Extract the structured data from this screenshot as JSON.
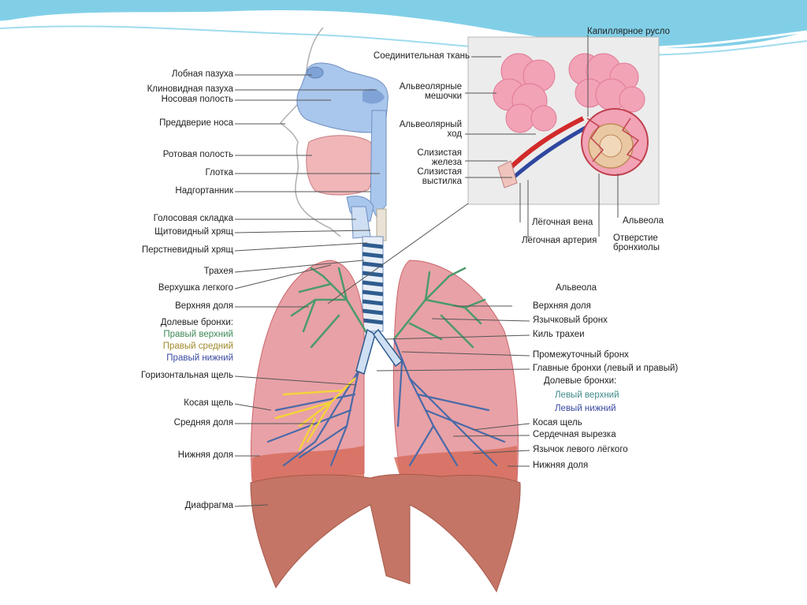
{
  "labels": {
    "frontal_sinus": "Лобная пазуха",
    "sphenoid_sinus": "Клиновидная пазуха",
    "nasal_cavity": "Носовая полость",
    "nasal_vestibule": "Преддверие носа",
    "oral_cavity": "Ротовая полость",
    "pharynx": "Глотка",
    "epiglottis": "Надгортанник",
    "vocal_fold": "Голосовая складка",
    "thyroid_cartilage": "Щитовидный хрящ",
    "cricoid_cartilage": "Перстневидный хрящ",
    "trachea": "Трахея",
    "lung_apex": "Верхушка легкого",
    "upper_lobe_right": "Верхняя доля",
    "lobar_bronchi_right": "Долевые бронхи:",
    "right_upper": "Правый верхний",
    "right_middle": "Правый средний",
    "right_lower": "Правый нижний",
    "horizontal_fissure": "Горизонтальная щель",
    "oblique_fissure_right": "Косая щель",
    "middle_lobe": "Средняя доля",
    "lower_lobe_right": "Нижняя доля",
    "diaphragm": "Диафрагма",
    "connective_tissue": "Соединительная ткань",
    "capillary_bed": "Капиллярное русло",
    "alveolar_sacs_1": "Альвеолярные",
    "alveolar_sacs_2": "мешочки",
    "alveolar_duct_1": "Альвеолярный",
    "alveolar_duct_2": "ход",
    "mucous_gland_1": "Слизистая",
    "mucous_gland_2": "железа",
    "mucous_lining_1": "Слизистая",
    "mucous_lining_2": "выстилка",
    "pulmonary_vein": "Лёгочная вена",
    "alveola_inset": "Альвеола",
    "pulmonary_artery": "Лёгочная артерия",
    "bronchiole_opening_1": "Отверстие",
    "bronchiole_opening_2": "бронхиолы",
    "alveola": "Альвеола",
    "upper_lobe_left": "Верхняя доля",
    "lingular_bronchus": "Язычковый бронх",
    "carina": "Киль трахеи",
    "intermediate_bronchus": "Промежуточный бронх",
    "main_bronchi": "Главные бронхи (левый и правый)",
    "lobar_bronchi_left": "Долевые бронхи:",
    "left_upper": "Левый верхний",
    "left_lower": "Левый нижний",
    "oblique_fissure_left": "Косая щель",
    "cardiac_notch": "Сердечная вырезка",
    "lingula": "Язычок левого лёгкого",
    "lower_lobe_left": "Нижняя доля"
  },
  "colors": {
    "lung": "#e8a1a6",
    "lung_dark": "#c9666b",
    "diaphragm": "#c47565",
    "airway": "#a9c6ec",
    "tree_green": "#4c9a6c",
    "tree_blue": "#4a6aa8",
    "tree_yellow": "#f4d33a",
    "alveolus": "#f2a3b6",
    "vein": "#3047a0",
    "artery": "#d22a2a"
  }
}
